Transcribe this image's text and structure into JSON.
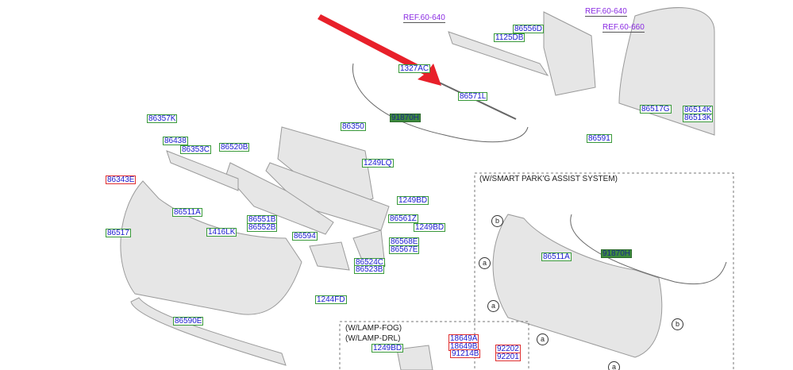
{
  "refs": [
    "REF.60-640",
    "REF.60-640",
    "REF.60-660"
  ],
  "labels": {
    "l86556D": "86556D",
    "l1125DB": "1125DB",
    "l1327AC": "1327AC",
    "l86571L": "86571L",
    "l91870H": "91870H",
    "l86517G": "86517G",
    "l86514K": "86514K",
    "l86513K": "86513K",
    "l86591": "86591",
    "l86357K": "86357K",
    "l86438": "86438",
    "l86353C": "86353C",
    "l86520B": "86520B",
    "l86350": "86350",
    "l1249LQ": "1249LQ",
    "l86343E": "86343E",
    "l1249BD_a": "1249BD",
    "l86511A": "86511A",
    "l86551B": "86551B",
    "l86552B": "86552B",
    "l1416LK": "1416LK",
    "l86561Z": "86561Z",
    "l1249BD_b": "1249BD",
    "l86517": "86517",
    "l86594": "86594",
    "l86568E": "86568E",
    "l86567E": "86567E",
    "l86524C": "86524C",
    "l86523B": "86523B",
    "l1244FD": "1244FD",
    "l86590E": "86590E",
    "l86511A_b": "86511A",
    "l91870H_b": "91870H",
    "l1249BD_c": "1249BD",
    "l18649A": "18649A",
    "l18649B": "18649B",
    "l91214B": "91214B",
    "l92202": "92202",
    "l92201": "92201"
  },
  "notes": {
    "smart_park": "(W/SMART PARK'G ASSIST SYSTEM)",
    "lamp_fog": "(W/LAMP-FOG)",
    "lamp_drl": "(W/LAMP-DRL)"
  },
  "callouts": [
    "b",
    "a",
    "a",
    "b",
    "a",
    "a"
  ],
  "colors": {
    "arrow": "#e8202a",
    "label_text": "#1a1ad0",
    "label_border": "#3a9a3a",
    "ref": "#8a2be2"
  }
}
